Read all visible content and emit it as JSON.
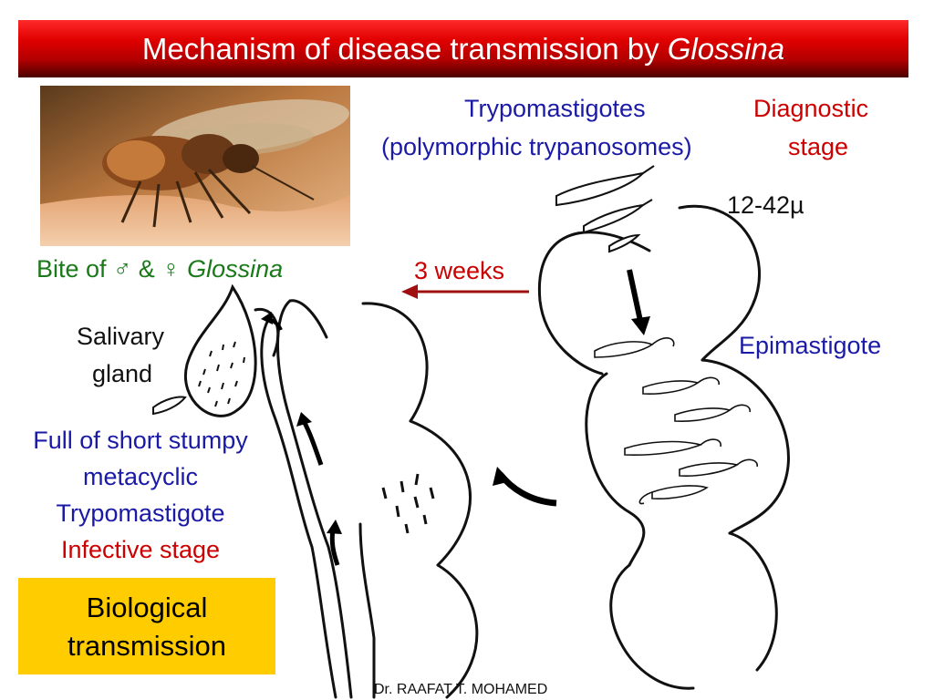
{
  "title": {
    "main": "Mechanism of disease transmission by ",
    "italic": "Glossina"
  },
  "labels": {
    "trypo_line1": "Trypomastigotes",
    "trypo_line2": "(polymorphic trypanosomes)",
    "diag_line1": "Diagnostic",
    "diag_line2": "stage",
    "size": "12-42µ",
    "weeks": "3 weeks",
    "epimastigote": "Epimastigote",
    "bite_prefix": "Bite of ♂ & ♀ ",
    "bite_italic": "Glossina",
    "salivary_line1": "Salivary",
    "salivary_line2": "gland",
    "full_line1": "Full of short stumpy",
    "full_line2": "metacyclic",
    "full_line3": "Trypomastigote",
    "infective": "Infective stage",
    "box_line1": "Biological",
    "box_line2": "transmission",
    "credit": "Dr. RAAFAT T. MOHAMED"
  },
  "colors": {
    "title_bar": "#e00000",
    "blue_text": "#1a1aa6",
    "red_text": "#cc0000",
    "green_text": "#1a7a1a",
    "box_fill": "#ffcc00",
    "arrow_red": "#a01010"
  }
}
